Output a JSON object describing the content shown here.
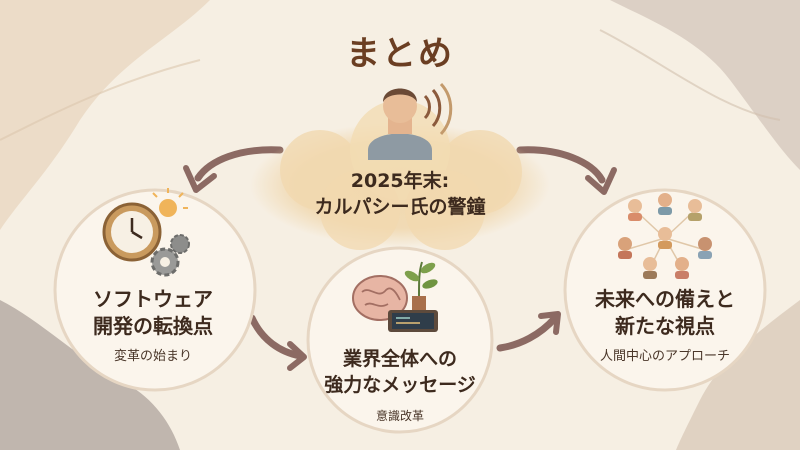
{
  "title": "まとめ",
  "center": {
    "title_lines": [
      "2025年末:",
      "カルパシー氏の警鐘"
    ],
    "icon": "speaking-person-icon"
  },
  "left": {
    "title_lines": [
      "ソフトウェア",
      "開発の転換点"
    ],
    "subtitle": "変革の始まり",
    "icon": "clock-gear-icon"
  },
  "middle": {
    "title_lines": [
      "業界全体への",
      "強力なメッセージ"
    ],
    "subtitle": "意識改革",
    "icon": "brain-plant-icon"
  },
  "right": {
    "title_lines": [
      "未来への備えと",
      "新たな視点"
    ],
    "subtitle": "人間中心のアプローチ",
    "icon": "people-network-icon"
  },
  "colors": {
    "background": "#f6efe3",
    "title": "#6b3e22",
    "text": "#3d2a1e",
    "arrow": "#8c6a63",
    "circle_border": "#e6d6c3"
  }
}
